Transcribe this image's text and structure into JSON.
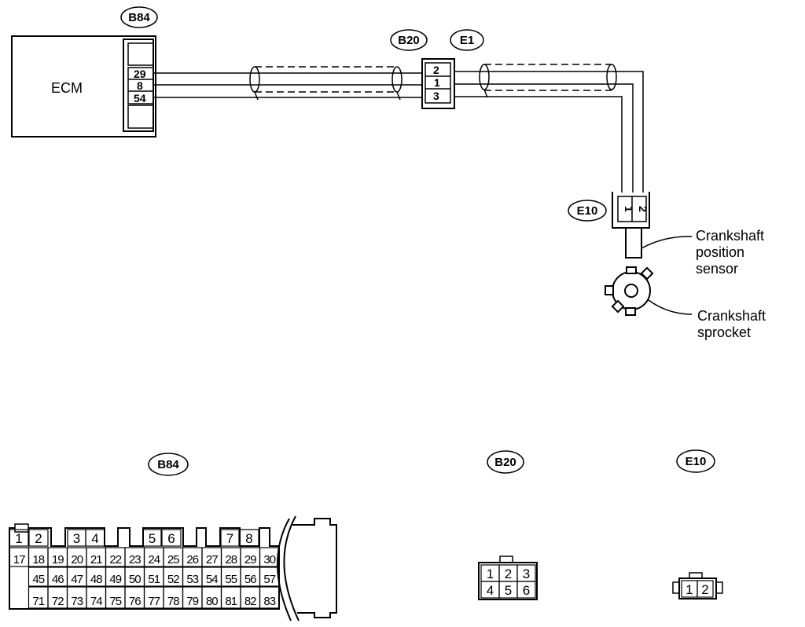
{
  "connector_tags": {
    "b84_top": "B84",
    "b20_top": "B20",
    "e1_top": "E1",
    "e10_top": "E10",
    "b84_bottom": "B84",
    "b20_bottom": "B20",
    "e10_bottom": "E10"
  },
  "ecm": {
    "label": "ECM"
  },
  "b84_pins": [
    "29",
    "8",
    "54"
  ],
  "b20_pins": [
    "2",
    "1",
    "3"
  ],
  "e10_pins": [
    "1",
    "2"
  ],
  "sensor_label": [
    "Crankshaft",
    "position",
    "sensor"
  ],
  "sprocket_label": [
    "Crankshaft",
    "sprocket"
  ],
  "b84_face": {
    "row1": [
      "1",
      "2",
      "3",
      "4",
      "5",
      "6",
      "7",
      "8"
    ],
    "row2": [
      "17",
      "18",
      "19",
      "20",
      "21",
      "22",
      "23",
      "24",
      "25",
      "26",
      "27",
      "28",
      "29",
      "30"
    ],
    "row3": [
      "45",
      "46",
      "47",
      "48",
      "49",
      "50",
      "51",
      "52",
      "53",
      "54",
      "55",
      "56",
      "57"
    ],
    "row4": [
      "71",
      "72",
      "73",
      "74",
      "75",
      "76",
      "77",
      "78",
      "79",
      "80",
      "81",
      "82",
      "83"
    ]
  },
  "b20_face": {
    "row1": [
      "1",
      "2",
      "3"
    ],
    "row2": [
      "4",
      "5",
      "6"
    ]
  },
  "e10_face": [
    "1",
    "2"
  ]
}
